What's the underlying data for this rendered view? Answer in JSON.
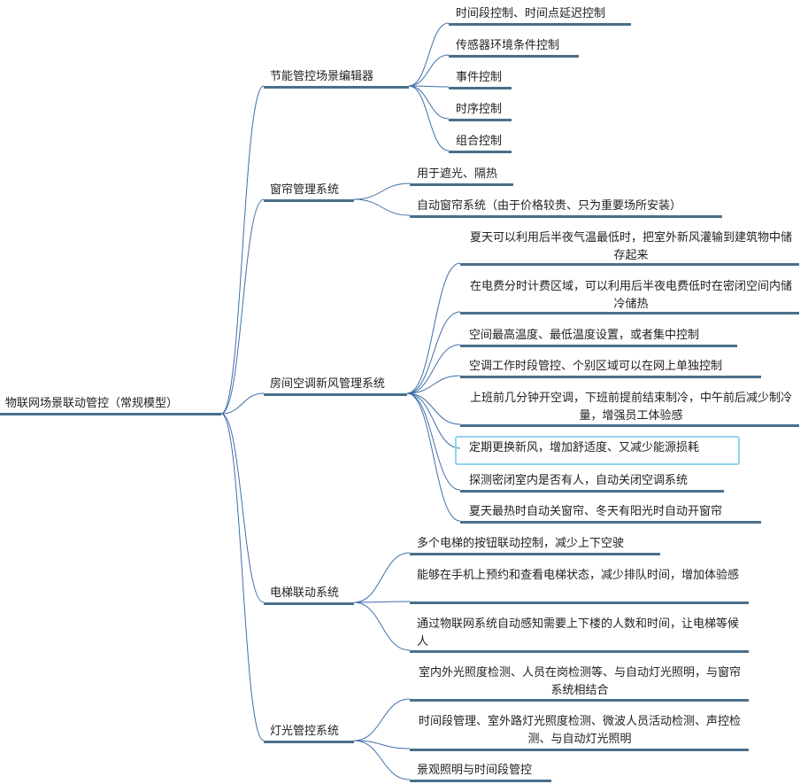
{
  "root": {
    "label": "物联网场景联动管控（常规模型）"
  },
  "branches": [
    {
      "label": "节能管控场景编辑器",
      "children": [
        {
          "label": "时间段控制、时间点延迟控制"
        },
        {
          "label": "传感器环境条件控制"
        },
        {
          "label": "事件控制"
        },
        {
          "label": "时序控制"
        },
        {
          "label": "组合控制"
        }
      ]
    },
    {
      "label": "窗帘管理系统",
      "children": [
        {
          "label": "用于遮光、隔热"
        },
        {
          "label": "自动窗帘系统（由于价格较贵、只为重要场所安装）"
        }
      ]
    },
    {
      "label": "房间空调新风管理系统",
      "children": [
        {
          "label": "夏天可以利用后半夜气温最低时，把室外新风灌输到建筑物中储存起来"
        },
        {
          "label": "在电费分时计费区域，可以利用后半夜电费低时在密闭空间内储冷储热"
        },
        {
          "label": "空间最高温度、最低温度设置，或者集中控制"
        },
        {
          "label": "空调工作时段管控、个别区域可以在网上单独控制"
        },
        {
          "label": "上班前几分钟开空调，下班前提前结束制冷，中午前后减少制冷量，增强员工体验感"
        },
        {
          "label": "定期更换新风，增加舒适度、又减少能源损耗",
          "selected": true
        },
        {
          "label": "探测密闭室内是否有人，自动关闭空调系统"
        },
        {
          "label": "夏天最热时自动关窗帘、冬天有阳光时自动开窗帘"
        }
      ]
    },
    {
      "label": "电梯联动系统",
      "children": [
        {
          "label": "多个电梯的按钮联动控制，减少上下空驶"
        },
        {
          "label": "能够在手机上预约和查看电梯状态，减少排队时间，增加体验感"
        },
        {
          "label": "通过物联网系统自动感知需要上下楼的人数和时间，让电梯等候人"
        }
      ]
    },
    {
      "label": "灯光管控系统",
      "children": [
        {
          "label": "室内外光照度检测、人员在岗检测等、与自动灯光照明，与窗帘系统相结合"
        },
        {
          "label": "时间段管理、室外路灯光照度检测、微波人员活动检测、声控检测、与自动灯光照明"
        },
        {
          "label": "景观照明与时间段管控"
        }
      ]
    }
  ],
  "colors": {
    "link": "#3f6fa8",
    "underline": "#4a6f8a",
    "selection": "#8fd3f0"
  }
}
